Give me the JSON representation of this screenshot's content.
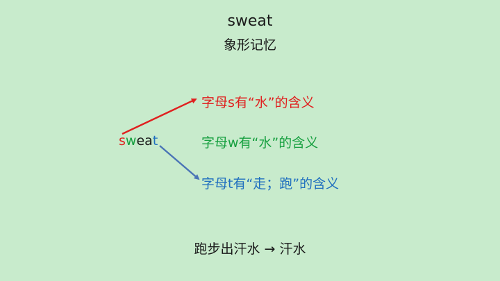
{
  "slide": {
    "title": "sweat",
    "subtitle": "象形记忆",
    "background": "#c8ebcc"
  },
  "word": {
    "letters": [
      {
        "char": "s",
        "color": "#e0201f"
      },
      {
        "char": "w",
        "color": "#17a040"
      },
      {
        "char": "e",
        "color": "#1a1a1a"
      },
      {
        "char": "a",
        "color": "#1a1a1a"
      },
      {
        "char": "t",
        "color": "#1f6fbf"
      }
    ]
  },
  "meanings": [
    {
      "text": "字母s有“水”的含义",
      "color": "#e0201f"
    },
    {
      "text": "字母w有“水”的含义",
      "color": "#17a040"
    },
    {
      "text": "字母t有“走；跑”的含义",
      "color": "#1f6fbf"
    }
  ],
  "arrows": [
    {
      "from": "s",
      "to": "meaning-1",
      "color": "#e0201f"
    },
    {
      "from": "t",
      "to": "meaning-3",
      "color": "#4a74b6"
    }
  ],
  "footer": {
    "text": "跑步出汗水 → 汗水"
  }
}
